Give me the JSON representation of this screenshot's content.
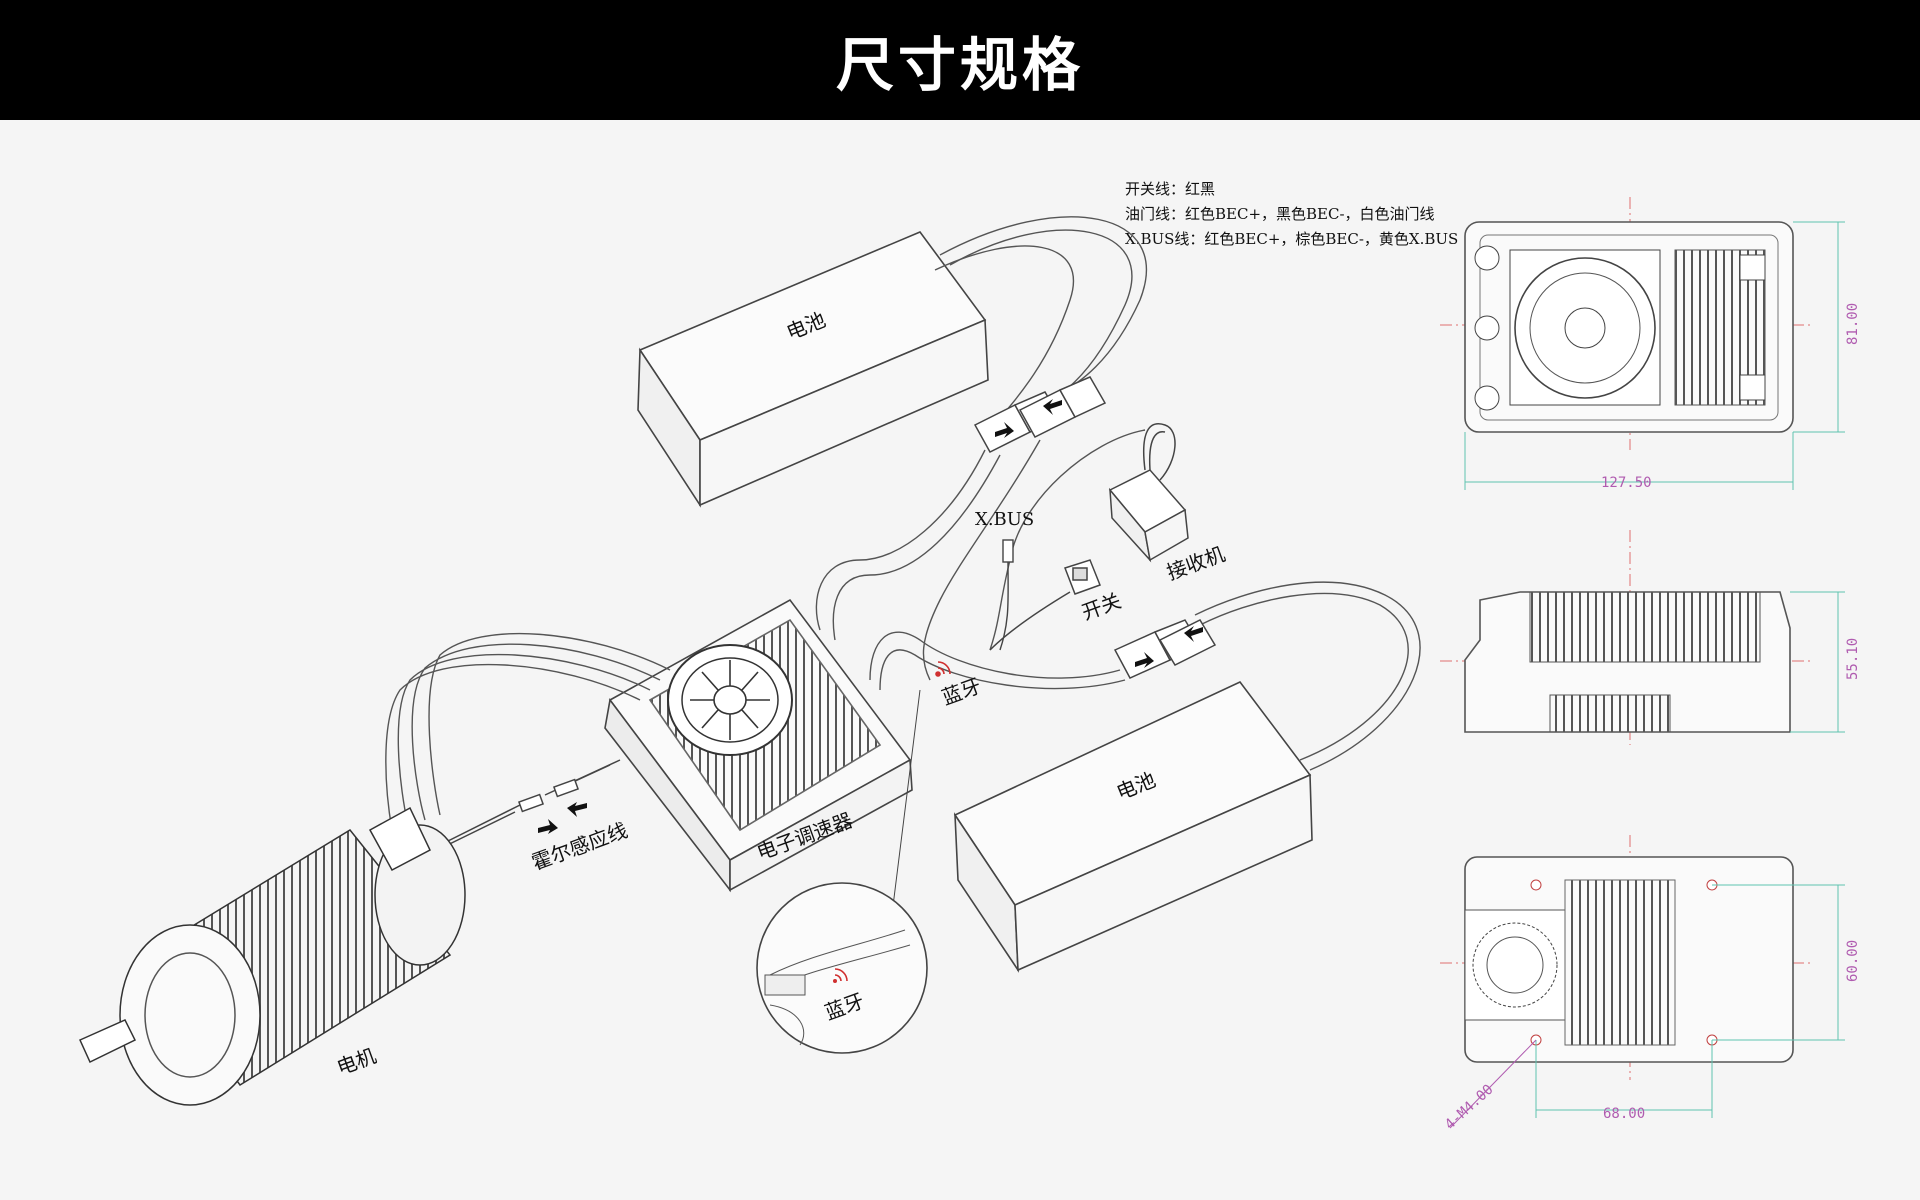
{
  "header": {
    "title": "尺寸规格"
  },
  "wiring_notes": [
    "开关线：红黑",
    "油门线：红色BEC+，黑色BEC-，白色油门线",
    "X.BUS线：红色BEC+，棕色BEC-，黄色X.BUS"
  ],
  "labels": {
    "battery_top": "电池",
    "battery_bottom": "电池",
    "xbus": "X.BUS",
    "receiver": "接收机",
    "switch": "开关",
    "bluetooth": "蓝牙",
    "bluetooth_zoom": "蓝牙",
    "esc": "电子调速器",
    "hall_sensor": "霍尔感应线",
    "motor": "电机"
  },
  "dimensions": {
    "top_width": "127.50",
    "top_height": "81.00",
    "side_height": "55.10",
    "bottom_hole_height": "60.00",
    "bottom_hole_width": "68.00",
    "screw_spec": "4-M4.00"
  },
  "colors": {
    "line": "#444444",
    "dimension": "#b05cb0",
    "dim_line": "#5fc4b0",
    "center_line": "#e07070",
    "bluetooth_signal": "#d03030"
  }
}
